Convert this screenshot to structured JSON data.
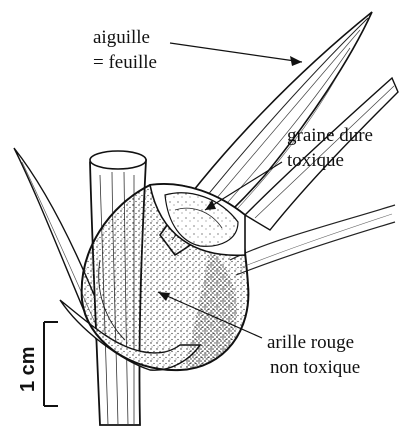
{
  "labels": {
    "needle_line1": "aiguille",
    "needle_line2": "= feuille",
    "seed_line1": "graine dure",
    "seed_line2": "toxique",
    "aril_line1": "arille rouge",
    "aril_line2": "non toxique",
    "scale": "1 cm"
  }
}
